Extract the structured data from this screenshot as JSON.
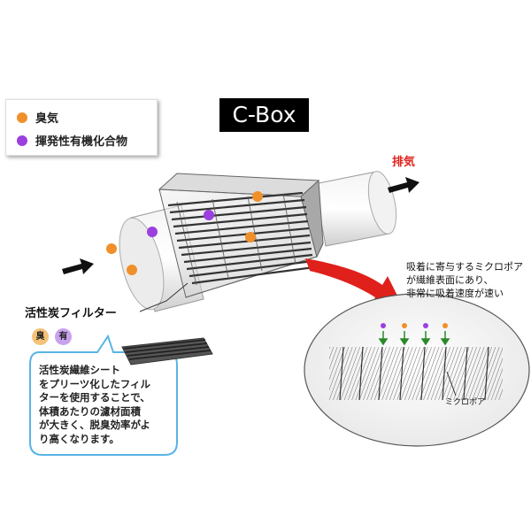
{
  "title": "C-Box",
  "legend": [
    {
      "label": "臭気",
      "color": "#f0902a"
    },
    {
      "label": "揮発性有機化合物",
      "color": "#9b3fe0"
    }
  ],
  "exhaust_label": "排気",
  "filter_label": "活性炭フィルター",
  "badges": [
    {
      "label": "臭",
      "color": "#f5c27a"
    },
    {
      "label": "有",
      "color": "#c9a2ee"
    }
  ],
  "filter_description": [
    "活性炭繊維シート",
    "をプリーツ化したフィル",
    "ターを使用することで、",
    "体積あたりの濾材面積",
    "が大きく、脱臭効率がよ",
    "り高くなります。"
  ],
  "micropore_description": [
    "吸着に寄与するミクロポア",
    "が繊維表面にあり、",
    "非常に吸着速度が速い"
  ],
  "micropore_label": "ミクロポア",
  "colors": {
    "odor": "#f0902a",
    "voc": "#9b3fe0",
    "accent_red": "#e0201a",
    "callout_border": "#58b4e6"
  }
}
